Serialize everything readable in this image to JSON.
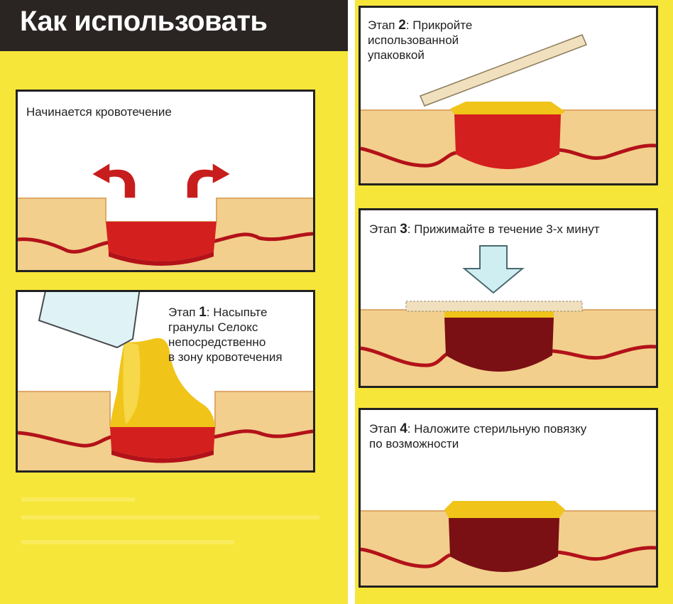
{
  "header": {
    "title": "Как использовать"
  },
  "panels": {
    "start": {
      "caption": "Начинается кровотечение"
    },
    "step1": {
      "label": "Этап",
      "num": "1",
      "rest": ": Насыпьте",
      "lines": [
        "гранулы Селокс",
        "непосредственно",
        "в зону кровотечения"
      ]
    },
    "step2": {
      "label": "Этап",
      "num": "2",
      "rest": ": Прикройте",
      "lines": [
        "использованной",
        "упаковкой"
      ]
    },
    "step3": {
      "label": "Этап",
      "num": "3",
      "rest": ": Прижимайте в течение 3-х минут"
    },
    "step4": {
      "label": "Этап",
      "num": "4",
      "rest": ": Наложите стерильную повязку",
      "lines": [
        "по возможности"
      ]
    }
  },
  "colors": {
    "background": "#f7e63a",
    "skin": "#f2cf8c",
    "skin_dark": "#dfa868",
    "blood": "#d41f1f",
    "vessel": "#b3121a",
    "clot": "#7a0f14",
    "granules": "#f0c419",
    "arrow_red": "#c81d1d",
    "arrow_blue": "#cfeef2",
    "packet": "#f0e0bd"
  }
}
